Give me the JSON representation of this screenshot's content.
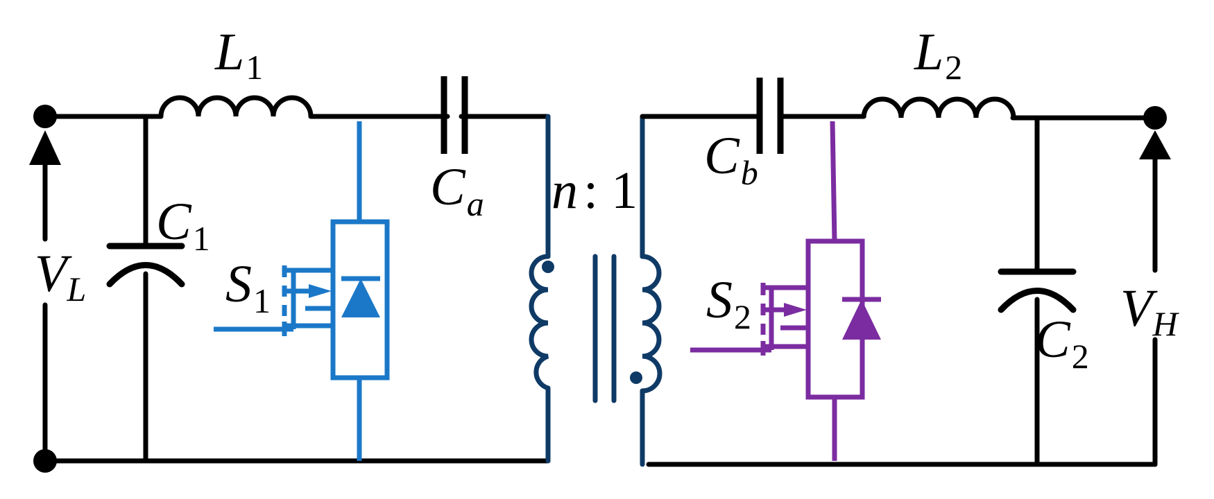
{
  "diagram": {
    "title": "",
    "colors": {
      "wire": "#000000",
      "switch1": "#1b78c8",
      "switch2": "#7b2ca0",
      "transformer": "#0f3a66"
    },
    "labels": {
      "L1": {
        "main": "L",
        "sub": "1"
      },
      "L2": {
        "main": "L",
        "sub": "2"
      },
      "C1": {
        "main": "C",
        "sub": "1"
      },
      "C2": {
        "main": "C",
        "sub": "2"
      },
      "Ca": {
        "main": "C",
        "sub": "a"
      },
      "Cb": {
        "main": "C",
        "sub": "b"
      },
      "S1": {
        "main": "S",
        "sub": "1"
      },
      "S2": {
        "main": "S",
        "sub": "2"
      },
      "VL": {
        "main": "V",
        "sub": "L"
      },
      "VH": {
        "main": "V",
        "sub": "H"
      },
      "ratio": {
        "main": "n",
        "rest": ": 1"
      }
    }
  }
}
